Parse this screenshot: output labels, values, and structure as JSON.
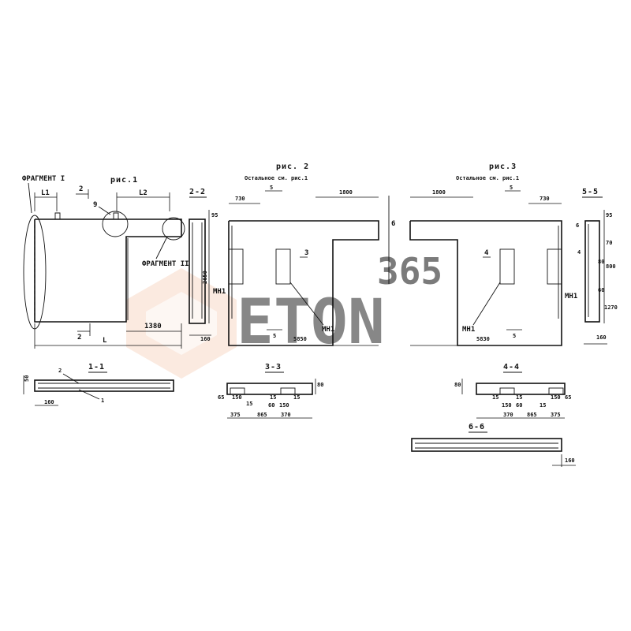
{
  "figures": {
    "fig1": {
      "title": "рис.1",
      "fragment1": "ФРАГМЕНТ I",
      "fragment2": "ФРАГМЕНТ II",
      "L1": "L1",
      "L2": "L2",
      "L": "L",
      "dim_1380": "1380",
      "mark_9": "9",
      "mark_2_top": "2",
      "mark_2_bottom": "2",
      "mark_1": "1"
    },
    "fig2": {
      "title": "рис. 2",
      "subtitle": "Остальное см. рис.1",
      "dim_730": "730",
      "dim_1800": "1800",
      "dim_5850": "5850",
      "mark_5_top": "5",
      "mark_5_bottom": "5",
      "mark_3": "3",
      "label_mn1_left": "МН1",
      "label_mn1_right": "МН1"
    },
    "fig3": {
      "title": "рис.3",
      "subtitle": "Остальное см. рис.1",
      "dim_1800": "1800",
      "dim_730": "730",
      "dim_5830": "5830",
      "mark_5_top": "5",
      "mark_5_bottom": "5",
      "mark_4": "4",
      "mark_6": "6",
      "label_mn1_left": "МН1",
      "label_mn1_right": "МН1"
    },
    "sec22": {
      "title": "2-2",
      "d95": "95",
      "d2650": "2650",
      "d160": "160"
    },
    "sec55": {
      "title": "5-5",
      "d95": "95",
      "d70": "70",
      "d80": "80",
      "d800": "800",
      "d60": "60",
      "d1270": "1270",
      "d160": "160",
      "mark_6": "6",
      "mark_4": "4"
    },
    "sec11": {
      "title": "1-1",
      "d50": "50",
      "d160": "160",
      "mark_2": "2",
      "mark_1": "1"
    },
    "sec33": {
      "title": "3-3",
      "d80": "80",
      "d65": "65",
      "d150a": "150",
      "d15a": "15",
      "d15b": "15",
      "d15c": "15",
      "d60": "60",
      "d150b": "150",
      "d375": "375",
      "d865": "865",
      "d370": "370"
    },
    "sec44": {
      "title": "4-4",
      "d80": "80",
      "d15a": "15",
      "d150a": "150",
      "d15b": "15",
      "d370": "370",
      "d60": "60",
      "d865": "865",
      "d15c": "15",
      "d150b": "150",
      "d65": "65",
      "d375": "375"
    },
    "sec66": {
      "title": "6-6",
      "d160": "160"
    }
  },
  "watermark": {
    "brand": "ETON",
    "number": "365"
  }
}
